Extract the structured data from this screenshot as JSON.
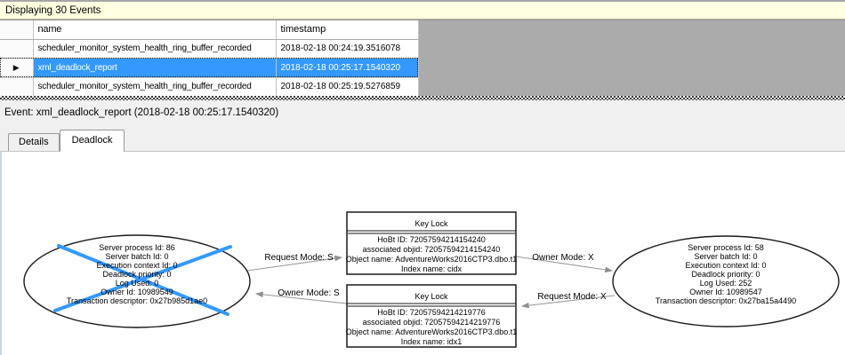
{
  "colors": {
    "info_bar_bg": "#FFFFE1",
    "selection_bg": "#3399FF",
    "selection_text": "#FFFFFF",
    "grid_empty_bg": "#ABABAB",
    "panel_bg": "#F0F0F0",
    "victim_cross": "#3399FF",
    "edge_line": "#999999"
  },
  "icons": {
    "current_row_arrow": "▶"
  },
  "info_bar": {
    "text": "Displaying 30 Events"
  },
  "events_table": {
    "columns": [
      {
        "label": "name"
      },
      {
        "label": "timestamp"
      }
    ],
    "rows": [
      {
        "name": "scheduler_monitor_system_health_ring_buffer_recorded",
        "timestamp": "2018-02-18 00:24:19.3516078",
        "selected": false
      },
      {
        "name": "xml_deadlock_report",
        "timestamp": "2018-02-18 00:25:17.1540320",
        "selected": true
      },
      {
        "name": "scheduler_monitor_system_health_ring_buffer_recorded",
        "timestamp": "2018-02-18 00:25:19.5276859",
        "selected": false
      }
    ]
  },
  "event_header": {
    "text": "Event: xml_deadlock_report (2018-02-18 00:25:17.1540320)"
  },
  "tabs": [
    {
      "label": "Details",
      "active": false
    },
    {
      "label": "Deadlock",
      "active": true
    }
  ],
  "graph": {
    "victim_process": {
      "victim": true,
      "lines": [
        "Server process Id: 86",
        "Server batch Id: 0",
        "Execution context Id: 0",
        "Deadlock priority: 0",
        "Log Used: 0",
        "Owner Id: 10989549",
        "Transaction descriptor: 0x27b985d1ae0"
      ]
    },
    "other_process": {
      "victim": false,
      "lines": [
        "Server process Id: 58",
        "Server batch Id: 0",
        "Execution context Id: 0",
        "Deadlock priority: 0",
        "Log Used: 252",
        "Owner Id: 10989547",
        "Transaction descriptor: 0x27ba15a4490"
      ]
    },
    "resources": [
      {
        "title": "Key Lock",
        "lines": [
          "HoBt ID: 72057594214154240",
          "associated objid: 72057594214154240",
          "Object name: AdventureWorks2016CTP3.dbo.t1",
          "Index name: cidx"
        ]
      },
      {
        "title": "Key Lock",
        "lines": [
          "HoBt ID: 72057594214219776",
          "associated objid: 72057594214219776",
          "Object name: AdventureWorks2016CTP3.dbo.t1",
          "Index name: idx1"
        ]
      }
    ],
    "edges": [
      {
        "label": "Request Mode: S"
      },
      {
        "label": "Owner Mode: S"
      },
      {
        "label": "Owner Mode: X"
      },
      {
        "label": "Request Mode: X"
      }
    ]
  }
}
